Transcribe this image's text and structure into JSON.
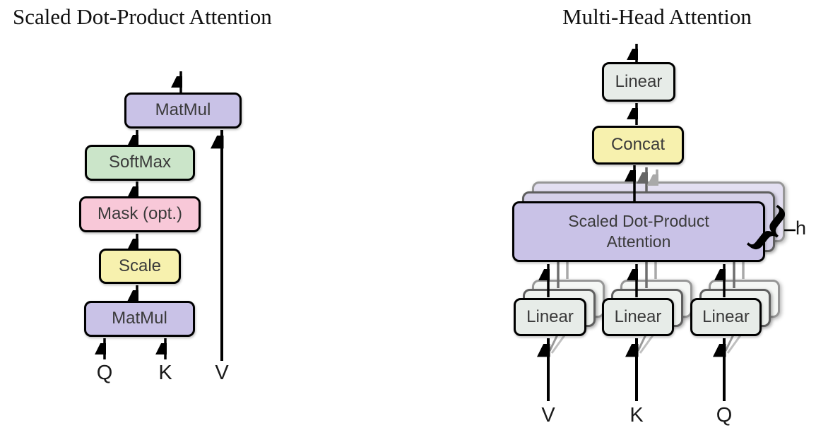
{
  "left_diagram": {
    "title": "Scaled Dot-Product Attention",
    "nodes": {
      "matmul_top": {
        "label": "MatMul",
        "color": "#c9c2e7"
      },
      "softmax": {
        "label": "SoftMax",
        "color": "#cbe5c9"
      },
      "mask": {
        "label": "Mask (opt.)",
        "color": "#f8c8d8"
      },
      "scale": {
        "label": "Scale",
        "color": "#f7f1ae"
      },
      "matmul_bottom": {
        "label": "MatMul",
        "color": "#c9c2e7"
      }
    },
    "inputs": {
      "q": "Q",
      "k": "K",
      "v": "V"
    }
  },
  "right_diagram": {
    "title": "Multi-Head Attention",
    "nodes": {
      "linear_out": {
        "label": "Linear",
        "color": "#e7ece8"
      },
      "concat": {
        "label": "Concat",
        "color": "#f7f1ae"
      },
      "sdpa": {
        "label_line1": "Scaled Dot-Product",
        "label_line2": "Attention",
        "color": "#c9c2e7"
      },
      "linear_v": {
        "label": "Linear",
        "color": "#e7ece8"
      },
      "linear_k": {
        "label": "Linear",
        "color": "#e7ece8"
      },
      "linear_q": {
        "label": "Linear",
        "color": "#e7ece8"
      }
    },
    "head_count_label": "h",
    "brace_glyph": "}",
    "inputs": {
      "v": "V",
      "k": "K",
      "q": "Q"
    }
  },
  "colors": {
    "box_border": "#000000",
    "arrow_black": "#000000",
    "arrow_gray_dark": "#666666",
    "arrow_gray_light": "#a9a9a9"
  }
}
